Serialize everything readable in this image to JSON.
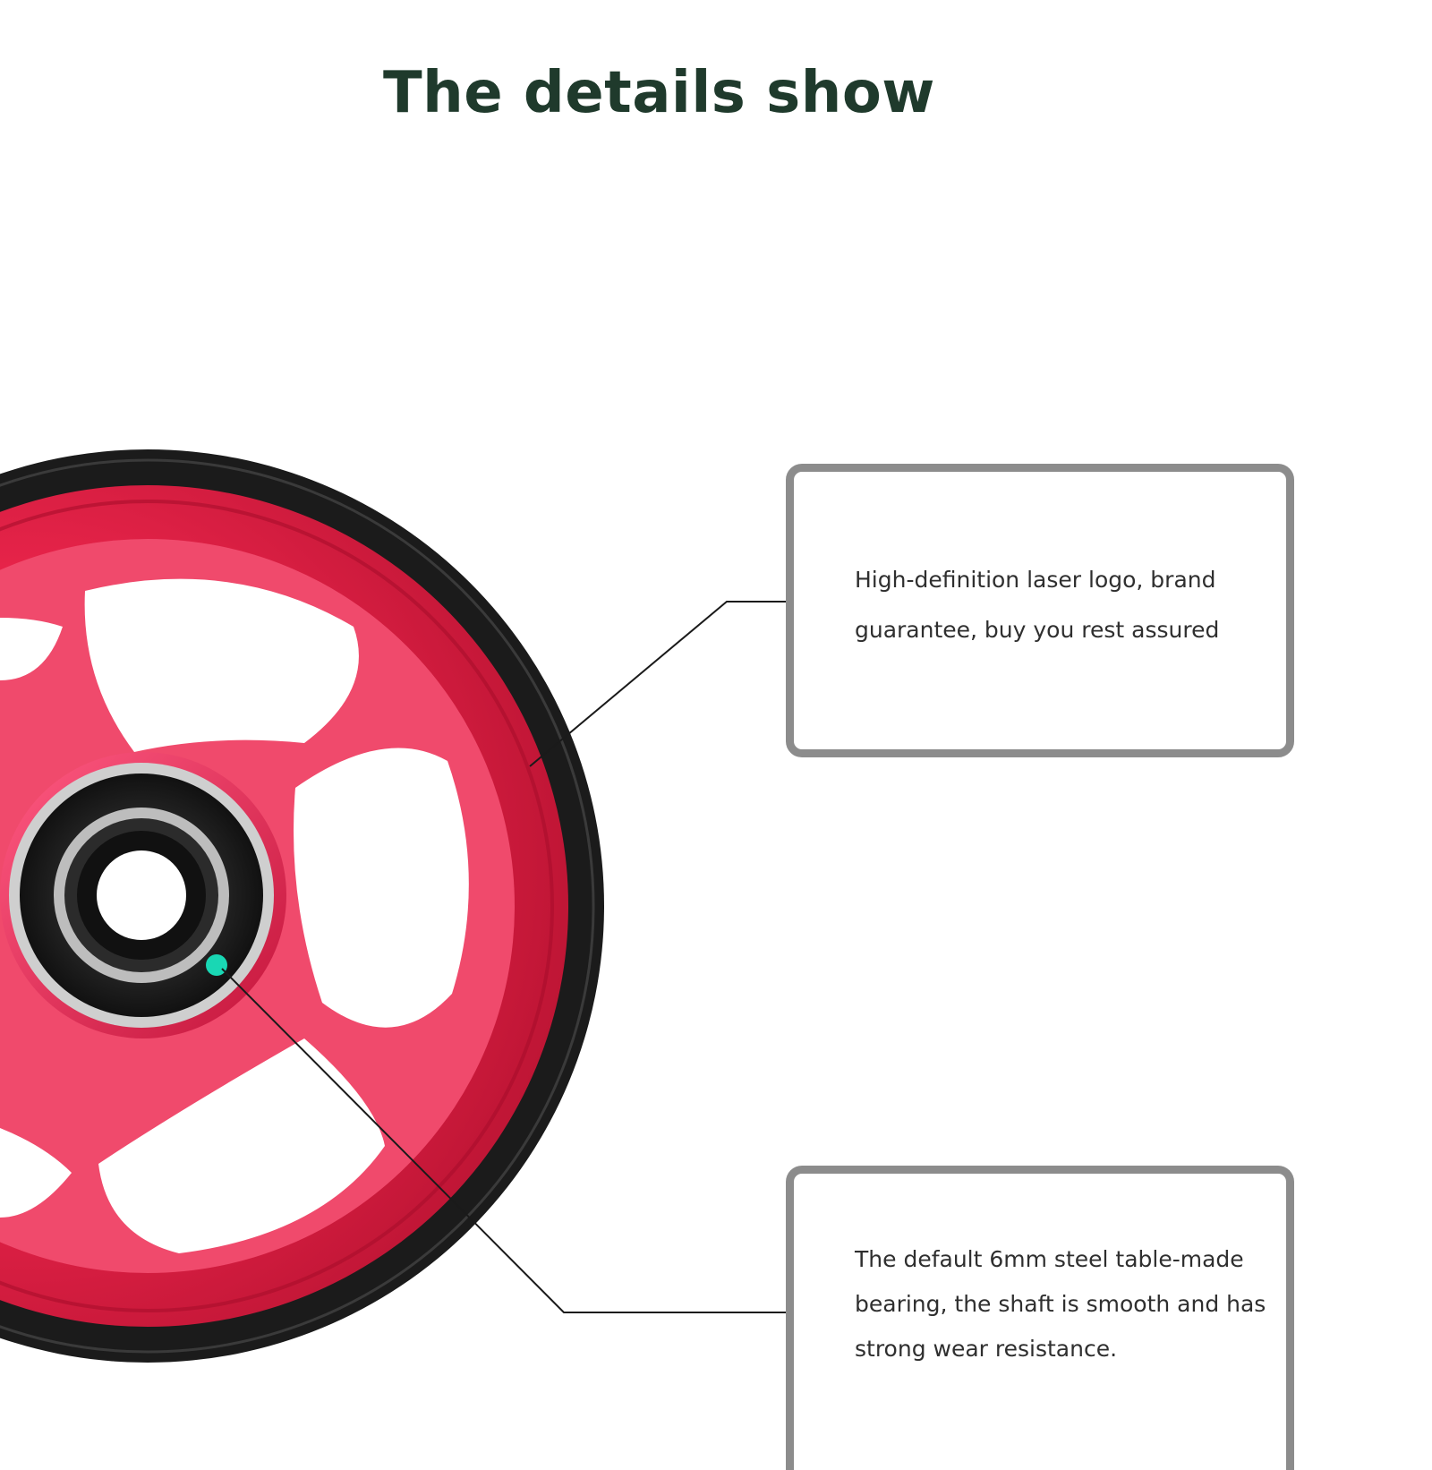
{
  "heading": {
    "title": "The details show",
    "color": "#1f3a2c"
  },
  "product": {
    "rim_color": "#e8244a",
    "tire_color": "#1b1b1b",
    "bearing_marker_color": "#19d7b4"
  },
  "callouts": [
    {
      "lines": [
        "High-definition laser logo, brand",
        "guarantee, buy you rest assured"
      ]
    },
    {
      "lines": [
        "The default 6mm steel table-made",
        "bearing, the shaft is smooth and has",
        "strong wear resistance."
      ]
    }
  ]
}
